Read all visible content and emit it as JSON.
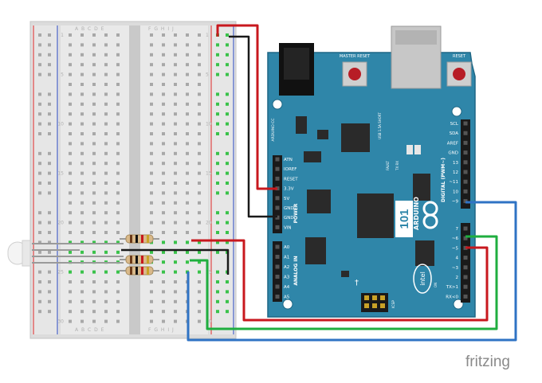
{
  "watermark": "fritzing",
  "breadboard": {
    "column_letters_left": "A B C D E",
    "column_letters_right": "F G H I J",
    "row_numbers": [
      "1",
      "5",
      "10",
      "15",
      "20",
      "25",
      "30"
    ]
  },
  "board": {
    "model_number": "101",
    "vertical_title": "ARDUINO",
    "brand": "intel",
    "master_reset_label": "MASTER RESET",
    "reset_label": "RESET",
    "power_section": "POWER",
    "analog_section": "ANALOG IN",
    "digital_section": "DIGITAL (PWM~)",
    "usb_label": "USB 1.5A SHORT",
    "txrx_label": "TX RX",
    "fault_label": "FAULT",
    "on_label": "ON",
    "icsp_label": "ICSP",
    "vcc_label": "ARDUINO CC",
    "power_pins": [
      "ATN",
      "IOREF",
      "RESET",
      "3.3V",
      "5V",
      "GND",
      "GND",
      "VIN"
    ],
    "analog_pins": [
      "A0",
      "A1",
      "A2",
      "A3",
      "A4",
      "A5"
    ],
    "digital_top": [
      "SCL",
      "SDA",
      "AREF",
      "GND",
      "13",
      "12",
      "~11",
      "10",
      "~9"
    ],
    "digital_bottom": [
      "7",
      "~6",
      "~5",
      "4",
      "~3",
      "2",
      "TX>1",
      "RX<0"
    ]
  },
  "colors": {
    "board": "#2f86a9",
    "board_edge": "#1f6785",
    "wire_red": "#c8181e",
    "wire_black": "#1a1a1a",
    "wire_green": "#1fae3f",
    "wire_blue": "#2f73c4",
    "breadboard": "#dcdcdc",
    "rail_red": "#e04848",
    "rail_blue": "#4a63c9",
    "hole_active": "#3ac24a"
  }
}
